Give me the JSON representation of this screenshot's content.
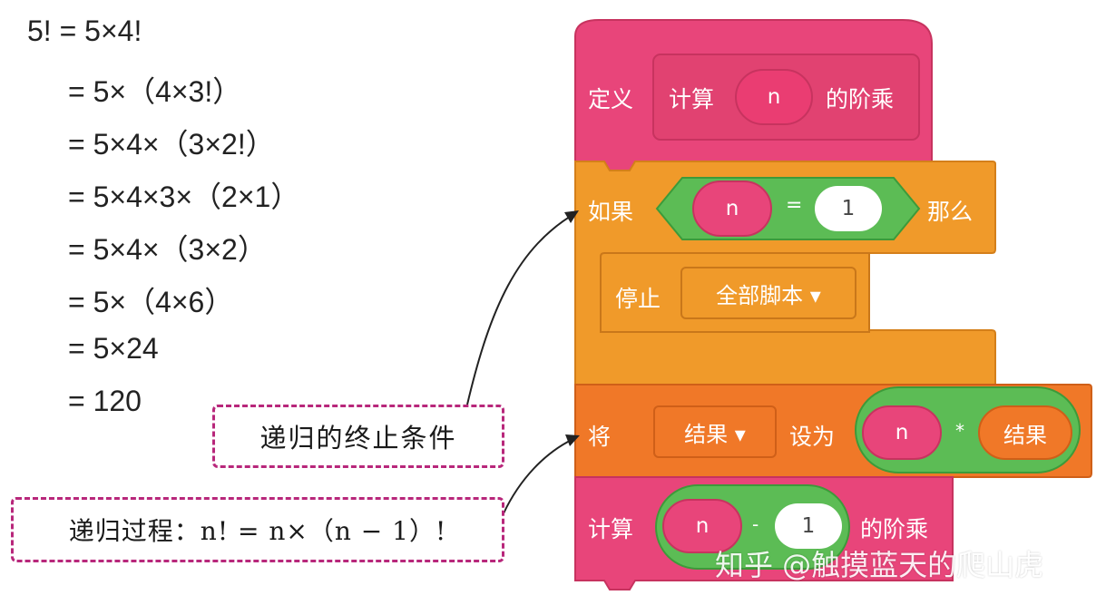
{
  "factorial_steps": [
    "5! = 5×4!",
    "= 5×（4×3!）",
    "= 5×4×（3×2!）",
    "= 5×4×3×（2×1）",
    "= 5×4×（3×2）",
    "= 5×（4×6）",
    "= 5×24",
    "= 120"
  ],
  "callouts": {
    "termination": "递归的终止条件",
    "process": "递归过程：n! = n×（n − 1）!"
  },
  "blocks": {
    "define": {
      "keyword": "定义",
      "name_part1": "计算",
      "param": "n",
      "name_part2": "的阶乘"
    },
    "if_block": {
      "keyword": "如果",
      "left": "n",
      "op": "=",
      "right": "1",
      "then": "那么"
    },
    "stop": {
      "keyword": "停止",
      "option": "全部脚本 ▾"
    },
    "set": {
      "keyword": "将",
      "variable": "结果 ▾",
      "to": "设为",
      "left": "n",
      "op": "*",
      "right": "结果"
    },
    "call": {
      "name_part1": "计算",
      "left": "n",
      "op": "-",
      "right": "1",
      "name_part2": "的阶乘"
    }
  },
  "colors": {
    "my_blocks": "#e8457a",
    "control": "#f09a2a",
    "variables": "#f07828",
    "operators": "#5cbc55",
    "callout_border": "#b8277b"
  },
  "watermark": "知乎 @触摸蓝天的爬山虎"
}
